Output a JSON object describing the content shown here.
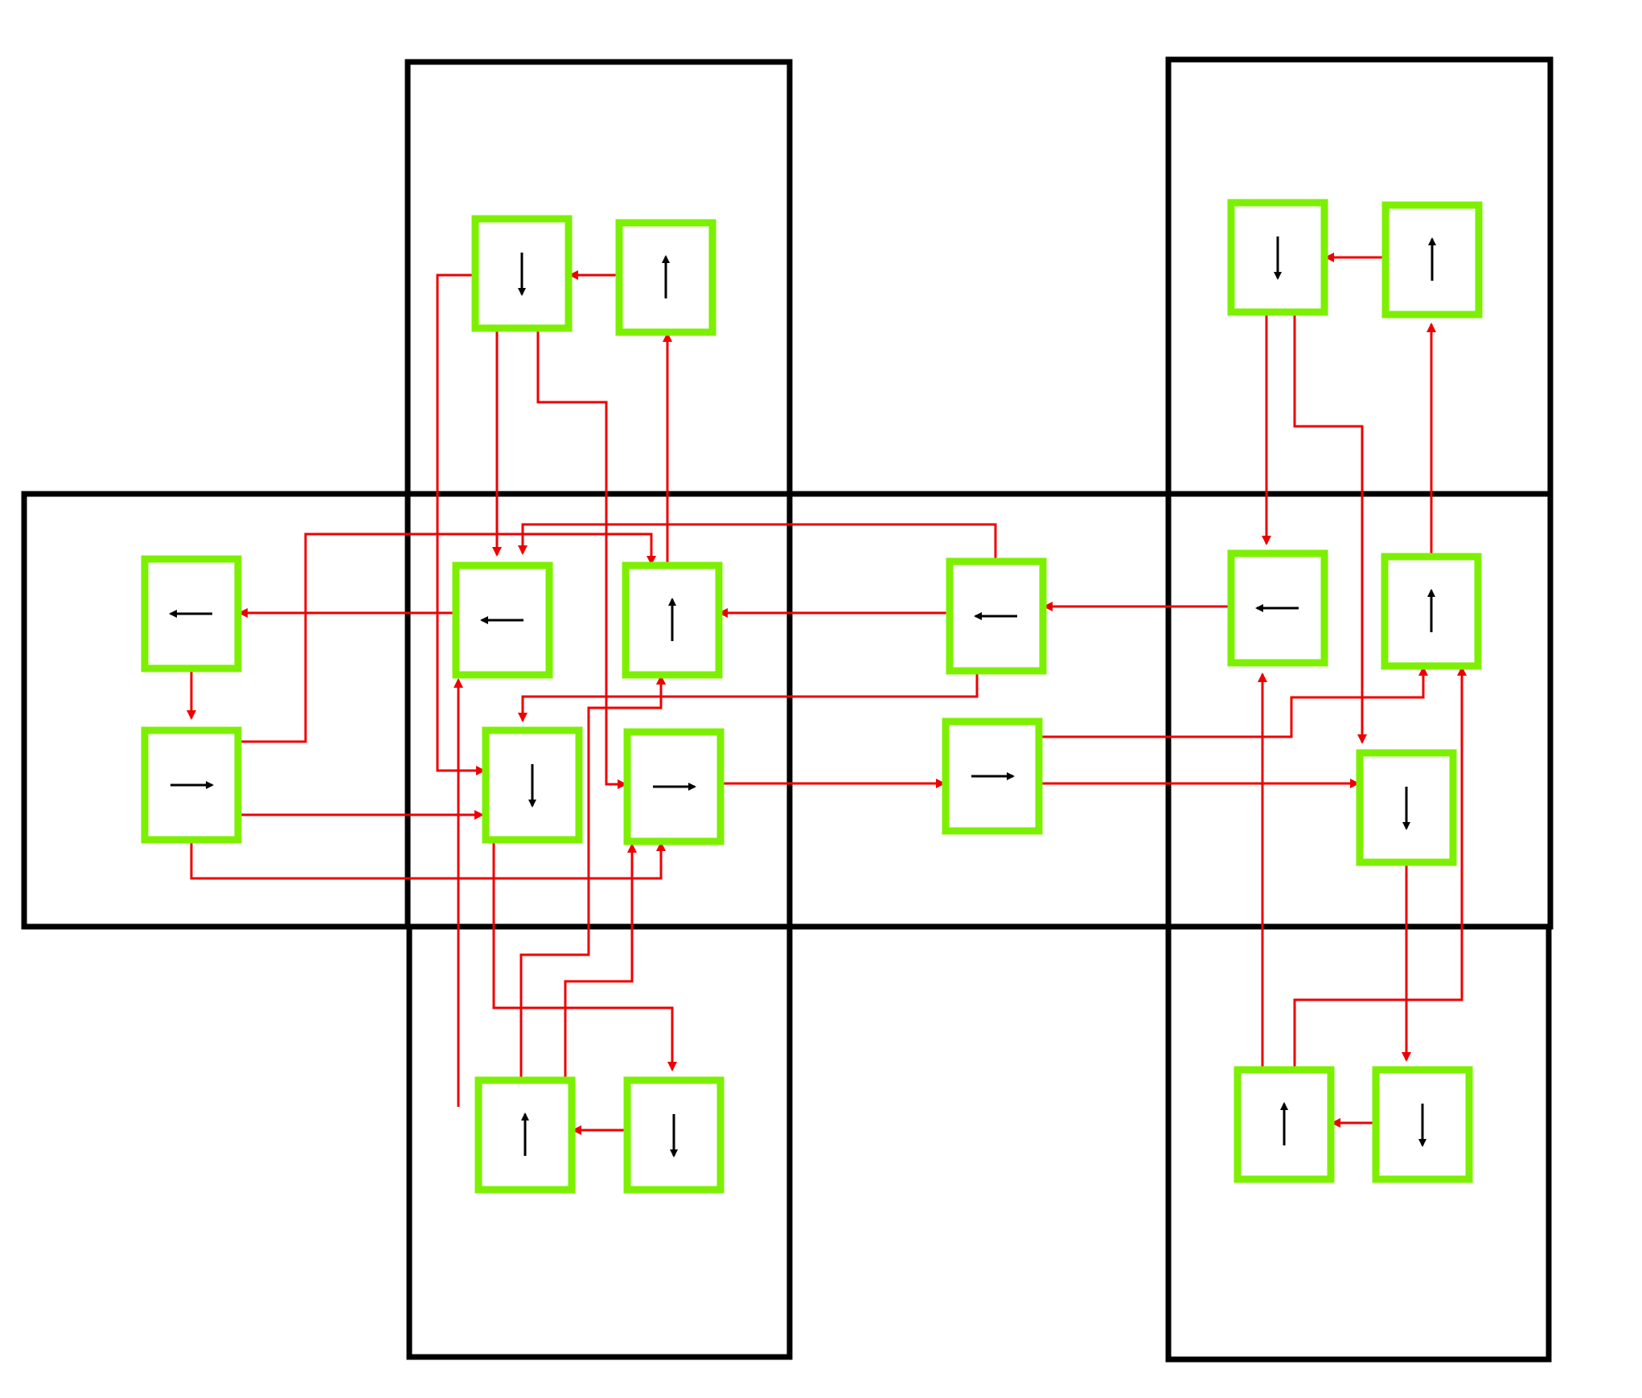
{
  "diagram": {
    "title": "",
    "colors": {
      "background": "#ffffff",
      "panel_border": "#000000",
      "node_border": "#7cf000",
      "node_fill": "#ffffff",
      "glyph": "#000000",
      "connector": "#ee0000"
    },
    "panels": [
      {
        "id": "panel-top-a",
        "label": ""
      },
      {
        "id": "panel-top-b",
        "label": ""
      },
      {
        "id": "panel-mid-1",
        "label": ""
      },
      {
        "id": "panel-mid-2",
        "label": ""
      },
      {
        "id": "panel-mid-3",
        "label": ""
      },
      {
        "id": "panel-mid-4",
        "label": ""
      },
      {
        "id": "panel-bottom-a",
        "label": ""
      },
      {
        "id": "panel-bottom-b",
        "label": ""
      }
    ],
    "nodes": [
      {
        "id": "n1",
        "direction": "down",
        "icon": "arrow-down-icon"
      },
      {
        "id": "n2",
        "direction": "up",
        "icon": "arrow-up-icon"
      },
      {
        "id": "n3",
        "direction": "down",
        "icon": "arrow-down-icon"
      },
      {
        "id": "n4",
        "direction": "up",
        "icon": "arrow-up-icon"
      },
      {
        "id": "n5",
        "direction": "left",
        "icon": "arrow-left-icon"
      },
      {
        "id": "n6",
        "direction": "left",
        "icon": "arrow-left-icon"
      },
      {
        "id": "n7",
        "direction": "up",
        "icon": "arrow-up-icon"
      },
      {
        "id": "n8",
        "direction": "left",
        "icon": "arrow-left-icon"
      },
      {
        "id": "n9",
        "direction": "left",
        "icon": "arrow-left-icon"
      },
      {
        "id": "n10",
        "direction": "up",
        "icon": "arrow-up-icon"
      },
      {
        "id": "n11",
        "direction": "right",
        "icon": "arrow-right-icon"
      },
      {
        "id": "n12",
        "direction": "down",
        "icon": "arrow-down-icon"
      },
      {
        "id": "n13",
        "direction": "right",
        "icon": "arrow-right-icon"
      },
      {
        "id": "n14",
        "direction": "right",
        "icon": "arrow-right-icon"
      },
      {
        "id": "n15",
        "direction": "down",
        "icon": "arrow-down-icon"
      },
      {
        "id": "n16",
        "direction": "up",
        "icon": "arrow-up-icon"
      },
      {
        "id": "n17",
        "direction": "down",
        "icon": "arrow-down-icon"
      },
      {
        "id": "n18",
        "direction": "up",
        "icon": "arrow-up-icon"
      },
      {
        "id": "n19",
        "direction": "down",
        "icon": "arrow-down-icon"
      }
    ],
    "edges": [
      {
        "from": "n2",
        "to": "n1"
      },
      {
        "from": "n4",
        "to": "n3"
      },
      {
        "from": "n1",
        "to": "n6"
      },
      {
        "from": "n1",
        "to": "n13"
      },
      {
        "from": "n1",
        "to": "n12"
      },
      {
        "from": "n3",
        "to": "n9"
      },
      {
        "from": "n3",
        "to": "n15"
      },
      {
        "from": "n5",
        "to": "n11"
      },
      {
        "from": "n6",
        "to": "n5"
      },
      {
        "from": "n7",
        "to": "n2"
      },
      {
        "from": "n8",
        "to": "n7"
      },
      {
        "from": "n8",
        "to": "n6"
      },
      {
        "from": "n8",
        "to": "n12"
      },
      {
        "from": "n9",
        "to": "n8"
      },
      {
        "from": "n10",
        "to": "n4"
      },
      {
        "from": "n11",
        "to": "n7"
      },
      {
        "from": "n11",
        "to": "n12"
      },
      {
        "from": "n11",
        "to": "n13"
      },
      {
        "from": "n12",
        "to": "n17"
      },
      {
        "from": "n13",
        "to": "n14"
      },
      {
        "from": "n14",
        "to": "n10"
      },
      {
        "from": "n14",
        "to": "n15"
      },
      {
        "from": "n15",
        "to": "n19"
      },
      {
        "from": "n16",
        "to": "n6"
      },
      {
        "from": "n16",
        "to": "n7"
      },
      {
        "from": "n16",
        "to": "n13"
      },
      {
        "from": "n17",
        "to": "n16"
      },
      {
        "from": "n18",
        "to": "n9"
      },
      {
        "from": "n18",
        "to": "n10"
      },
      {
        "from": "n19",
        "to": "n18"
      }
    ]
  }
}
